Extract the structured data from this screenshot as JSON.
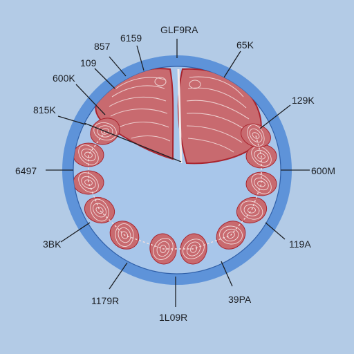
{
  "labels": {
    "top_left_a": "857",
    "top_left_b": "6159",
    "top_center": "GLF9RA",
    "top_right": "65K",
    "upper_left_a": "109",
    "upper_left_b": "600K",
    "mid_left_upper": "815K",
    "right_upper": "129K",
    "left_mid": "6497",
    "right_mid": "600M",
    "left_lower": "3BK",
    "right_lower": "119A",
    "bottom_left": "1179R",
    "bottom_center": "1L09R",
    "bottom_right": "39PA"
  },
  "colors": {
    "background": "#b3cbe6",
    "ring_outer": "#5e93d9",
    "ring_inner": "#a8c6ea",
    "lobe_fill": "#c86a6f",
    "lobe_stroke": "#a9242e",
    "swirl": "#f3dede",
    "leader": "#1c1f24"
  }
}
